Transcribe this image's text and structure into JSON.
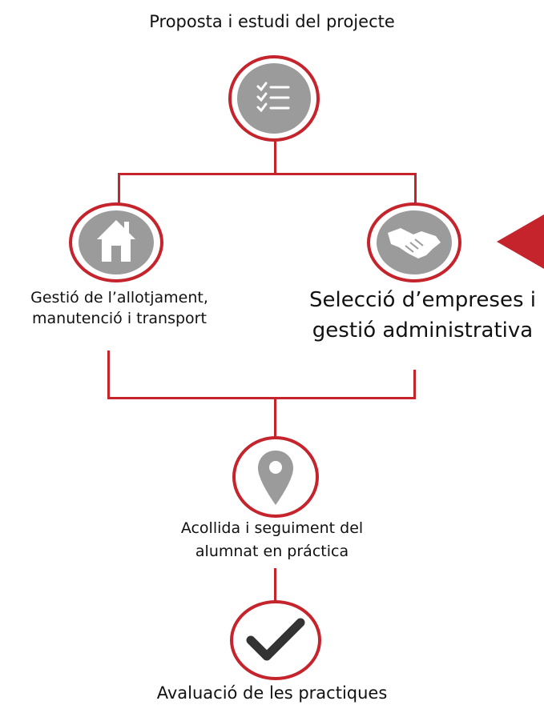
{
  "diagram": {
    "colors": {
      "accent": "#c6242c",
      "icon_disc": "#9b9b9b",
      "text": "#111111"
    },
    "steps": [
      {
        "id": "proposal",
        "icon": "checklist-icon",
        "lines": [
          "Proposta i estudi del projecte"
        ]
      },
      {
        "id": "lodging",
        "icon": "home-icon",
        "lines": [
          "Gestió de l’allotjament,",
          "manutenció i transport"
        ]
      },
      {
        "id": "companies",
        "icon": "handshake-icon",
        "lines": [
          "Selecció d’empreses i",
          "gestió administrativa"
        ]
      },
      {
        "id": "followup",
        "icon": "map-pin-icon",
        "lines": [
          "Acollida i seguiment del",
          "alumnat en práctica"
        ]
      },
      {
        "id": "evaluation",
        "icon": "checkmark-icon",
        "lines": [
          "Avaluació de les practiques"
        ]
      }
    ]
  }
}
